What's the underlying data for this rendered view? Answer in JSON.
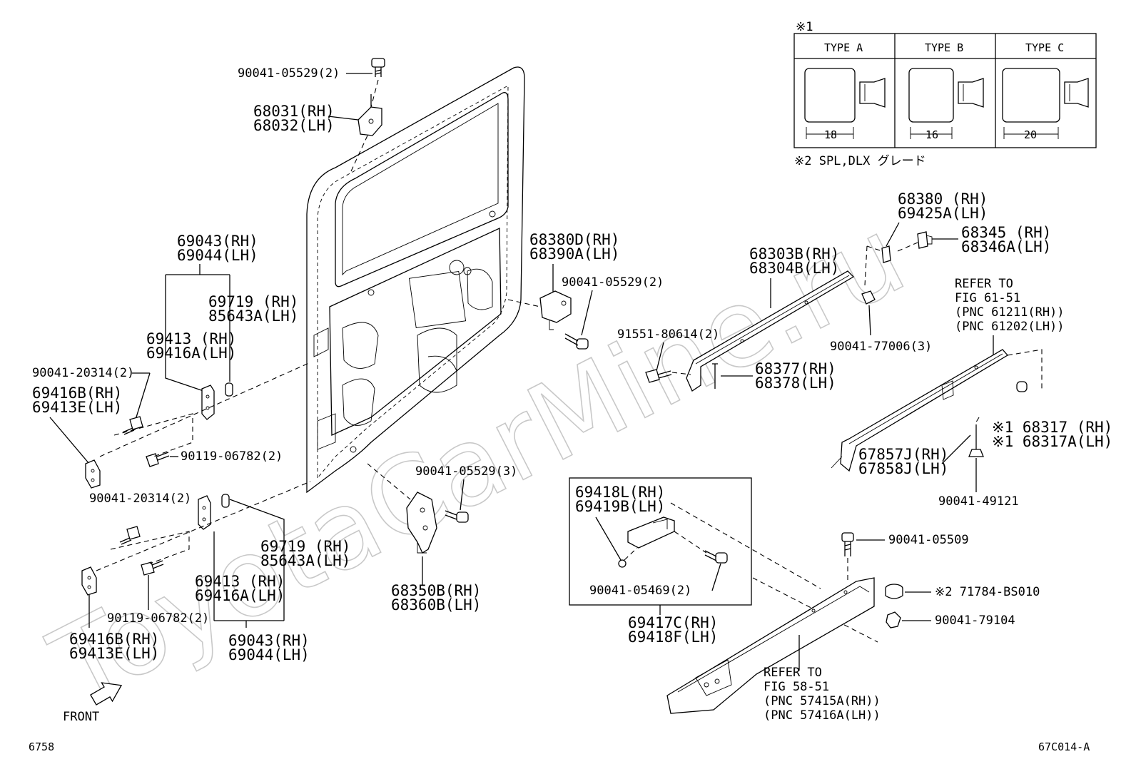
{
  "watermark": "ToyotaCarMine.ru",
  "page_number": "6758",
  "figure_code": "67C014-A",
  "front_label": "FRONT",
  "note1": {
    "mark": "※1",
    "types": [
      {
        "name": "TYPE A",
        "dim": "18"
      },
      {
        "name": "TYPE B",
        "dim": "16"
      },
      {
        "name": "TYPE C",
        "dim": "20"
      }
    ]
  },
  "note2": "※2 SPL,DLX グレード",
  "labels": {
    "p90041_05529_2_top": "90041-05529(2)",
    "p68031": "68031(RH)",
    "p68032": "68032(LH)",
    "p69043_top": "69043(RH)",
    "p69044_top": "69044(LH)",
    "p69719_top": "69719 (RH)",
    "p85643a_top": "85643A(LH)",
    "p69413_top": "69413 (RH)",
    "p69416a_top": "69416A(LH)",
    "p90041_20314_top": "90041-20314(2)",
    "p69416b_top": "69416B(RH)",
    "p69413e_top": "69413E(LH)",
    "p90119_top": "90119-06782(2)",
    "p90041_20314_bot": "90041-20314(2)",
    "p69719_bot": "69719 (RH)",
    "p85643a_bot": "85643A(LH)",
    "p69413_bot": "69413 (RH)",
    "p69416a_bot": "69416A(LH)",
    "p90119_bot": "90119-06782(2)",
    "p69043_bot": "69043(RH)",
    "p69044_bot": "69044(LH)",
    "p69416b_bot": "69416B(RH)",
    "p69413e_bot": "69413E(LH)",
    "p68380d": "68380D(RH)",
    "p68390a": "68390A(LH)",
    "p90041_05529_2_mid": "90041-05529(2)",
    "p90041_05529_3": "90041-05529(3)",
    "p68350b": "68350B(RH)",
    "p68360b": "68360B(LH)",
    "p68303b": "68303B(RH)",
    "p68304b": "68304B(LH)",
    "p91551": "91551-80614(2)",
    "p68377": "68377(RH)",
    "p68378": "68378(LH)",
    "p68380": "68380 (RH)",
    "p69425a": "69425A(LH)",
    "p68345": "68345 (RH)",
    "p68346a": "68346A(LH)",
    "p90041_77006": "90041-77006(3)",
    "refer1_a": "REFER TO",
    "refer1_b": "FIG 61-51",
    "refer1_c": "(PNC 61211(RH))",
    "refer1_d": "(PNC 61202(LH))",
    "p68317": "※1 68317 (RH)",
    "p68317a": "※1 68317A(LH)",
    "p67857j": "67857J(RH)",
    "p67858j": "67858J(LH)",
    "p90041_49121": "90041-49121",
    "p69418l": "69418L(RH)",
    "p69419b": "69419B(LH)",
    "p90041_05469": "90041-05469(2)",
    "p69417c": "69417C(RH)",
    "p69418f": "69418F(LH)",
    "p90041_05509": "90041-05509",
    "p71784": "※2 71784-BS010",
    "p90041_79104": "90041-79104",
    "refer2_a": "REFER TO",
    "refer2_b": "FIG 58-51",
    "refer2_c": "(PNC 57415A(RH))",
    "refer2_d": "(PNC 57416A(LH))"
  }
}
